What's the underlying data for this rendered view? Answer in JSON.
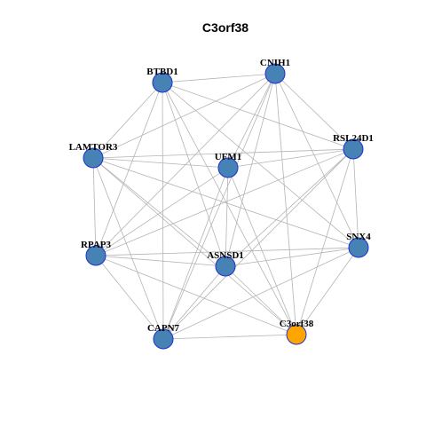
{
  "graph": {
    "title": "C3orf38",
    "colors": {
      "node_fill": "#4682b4",
      "node_stroke": "#1e2fd0",
      "highlight_fill": "#ffa500",
      "highlight_stroke": "#1e2fd0",
      "edge": "#b4b4b4"
    },
    "nodes": [
      {
        "id": "CNIH1",
        "label": "CNIH1",
        "highlight": false
      },
      {
        "id": "BTBD1",
        "label": "BTBD1",
        "highlight": false
      },
      {
        "id": "RSL24D1",
        "label": "RSL24D1",
        "highlight": false
      },
      {
        "id": "LAMTOR3",
        "label": "LAMTOR3",
        "highlight": false
      },
      {
        "id": "UFM1",
        "label": "UFM1",
        "highlight": false
      },
      {
        "id": "SNX4",
        "label": "SNX4",
        "highlight": false
      },
      {
        "id": "RPAP3",
        "label": "RPAP3",
        "highlight": false
      },
      {
        "id": "ASNSD1",
        "label": "ASNSD1",
        "highlight": false
      },
      {
        "id": "C3orf38",
        "label": "C3orf38",
        "highlight": true
      },
      {
        "id": "CAPN7",
        "label": "CAPN7",
        "highlight": false
      }
    ],
    "edges": [
      [
        "BTBD1",
        "CNIH1"
      ],
      [
        "BTBD1",
        "RSL24D1"
      ],
      [
        "BTBD1",
        "LAMTOR3"
      ],
      [
        "BTBD1",
        "SNX4"
      ],
      [
        "BTBD1",
        "RPAP3"
      ],
      [
        "BTBD1",
        "ASNSD1"
      ],
      [
        "BTBD1",
        "C3orf38"
      ],
      [
        "BTBD1",
        "CAPN7"
      ],
      [
        "CNIH1",
        "RSL24D1"
      ],
      [
        "CNIH1",
        "LAMTOR3"
      ],
      [
        "CNIH1",
        "UFM1"
      ],
      [
        "CNIH1",
        "SNX4"
      ],
      [
        "CNIH1",
        "RPAP3"
      ],
      [
        "CNIH1",
        "ASNSD1"
      ],
      [
        "CNIH1",
        "C3orf38"
      ],
      [
        "CNIH1",
        "CAPN7"
      ],
      [
        "RSL24D1",
        "LAMTOR3"
      ],
      [
        "RSL24D1",
        "UFM1"
      ],
      [
        "RSL24D1",
        "SNX4"
      ],
      [
        "RSL24D1",
        "RPAP3"
      ],
      [
        "RSL24D1",
        "ASNSD1"
      ],
      [
        "RSL24D1",
        "C3orf38"
      ],
      [
        "RSL24D1",
        "CAPN7"
      ],
      [
        "LAMTOR3",
        "UFM1"
      ],
      [
        "LAMTOR3",
        "SNX4"
      ],
      [
        "LAMTOR3",
        "RPAP3"
      ],
      [
        "LAMTOR3",
        "ASNSD1"
      ],
      [
        "LAMTOR3",
        "C3orf38"
      ],
      [
        "LAMTOR3",
        "CAPN7"
      ],
      [
        "UFM1",
        "RPAP3"
      ],
      [
        "UFM1",
        "ASNSD1"
      ],
      [
        "UFM1",
        "C3orf38"
      ],
      [
        "UFM1",
        "CAPN7"
      ],
      [
        "SNX4",
        "RPAP3"
      ],
      [
        "SNX4",
        "ASNSD1"
      ],
      [
        "SNX4",
        "C3orf38"
      ],
      [
        "SNX4",
        "CAPN7"
      ],
      [
        "RPAP3",
        "ASNSD1"
      ],
      [
        "RPAP3",
        "C3orf38"
      ],
      [
        "RPAP3",
        "CAPN7"
      ],
      [
        "ASNSD1",
        "C3orf38"
      ],
      [
        "ASNSD1",
        "CAPN7"
      ],
      [
        "C3orf38",
        "CAPN7"
      ]
    ]
  }
}
